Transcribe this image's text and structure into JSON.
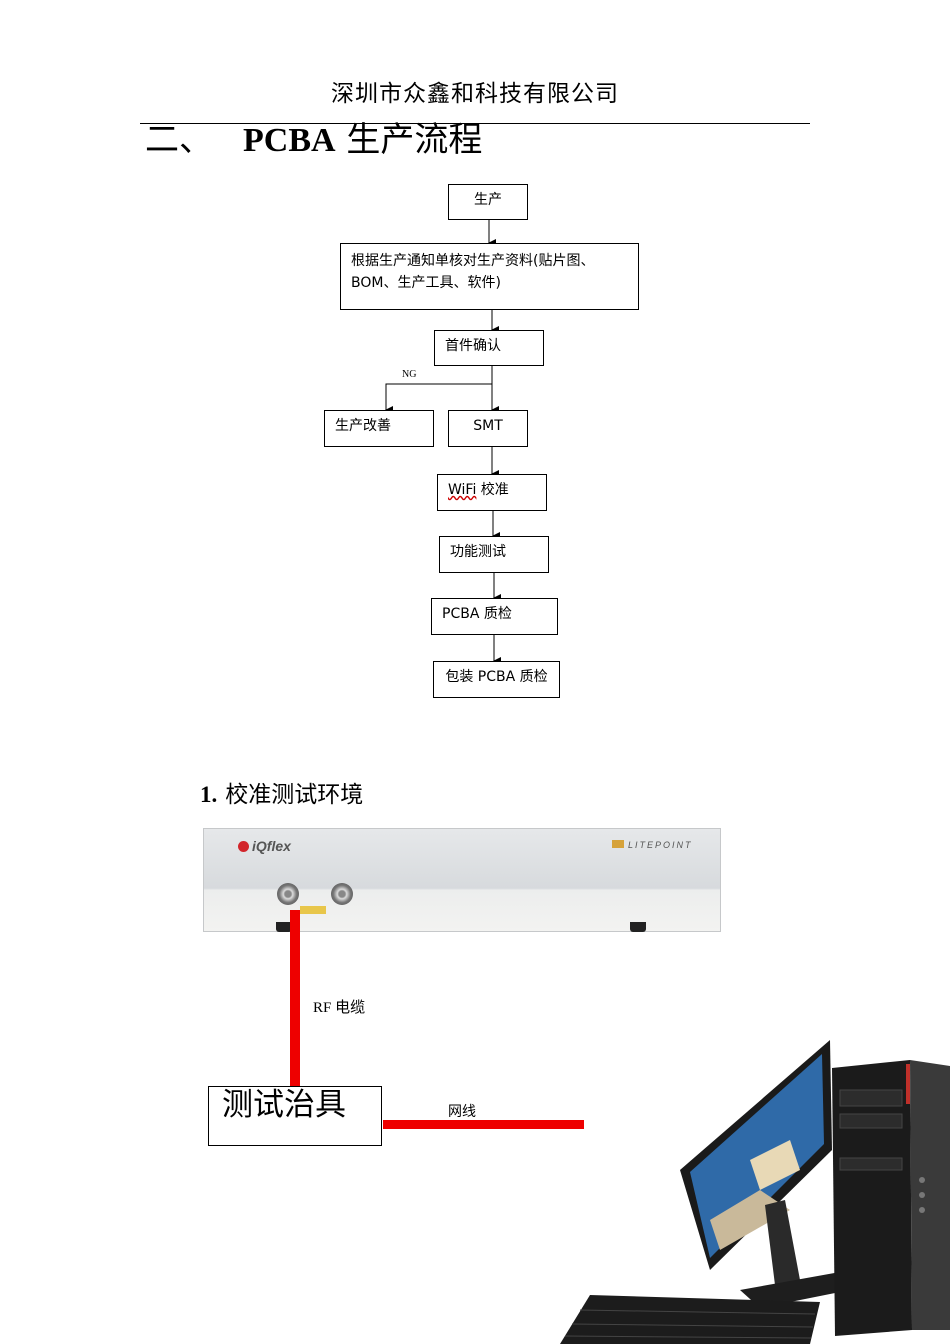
{
  "header": {
    "company": "深圳市众鑫和科技有限公司"
  },
  "section": {
    "number": "二、",
    "title_en": "PCBA",
    "title_zh": "生产流程"
  },
  "flowchart": {
    "steps": [
      "生产",
      "根据生产通知单核对生产资料(贴片图、BOM、生产工具、软件)",
      "首件确认",
      "生产改善",
      "SMT",
      "WiFi 校准",
      "功能测试",
      "PCBA 质检",
      "包装 PCBA 质检"
    ],
    "wifi_prefix": "WiFi",
    "wifi_suffix": " 校准",
    "ng_label": "NG",
    "check_line1": "根据生产通知单核对生产资料(贴片图、",
    "check_line2": "BOM、生产工具、软件)"
  },
  "subsection": {
    "number": "1.",
    "title": "校准测试环境"
  },
  "environment": {
    "instrument_brand": "iQflex",
    "instrument_vendor": "LITEPOINT",
    "rf_cable_label": "RF 电缆",
    "fixture_label": "测试治具",
    "network_cable_label": "网线",
    "cable_color": "#ee0000",
    "icons": [
      "tester-instrument-icon",
      "desktop-computer-icon"
    ]
  }
}
